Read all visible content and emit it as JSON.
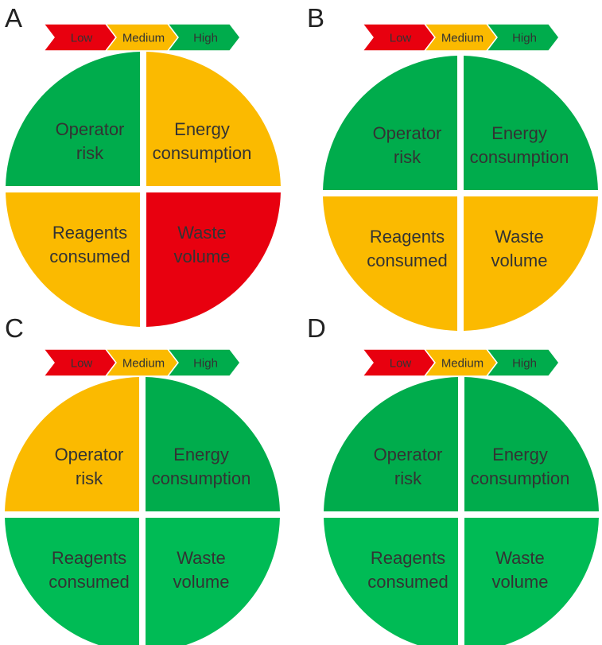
{
  "colors": {
    "low": "#E8000F",
    "medium": "#FBBA00",
    "high": "#00AC4C",
    "high_light": "#00BB55",
    "text": "#333333"
  },
  "legend": [
    "Low",
    "Medium",
    "High"
  ],
  "panels": [
    {
      "letter": "A",
      "quadrants": [
        {
          "line1": "Operator",
          "line2": "risk",
          "level": "high"
        },
        {
          "line1": "Energy",
          "line2": "consumption",
          "level": "medium"
        },
        {
          "line1": "Reagents",
          "line2": "consumed",
          "level": "medium"
        },
        {
          "line1": "Waste",
          "line2": "volume",
          "level": "low"
        }
      ]
    },
    {
      "letter": "B",
      "quadrants": [
        {
          "line1": "Operator",
          "line2": "risk",
          "level": "high"
        },
        {
          "line1": "Energy",
          "line2": "consumption",
          "level": "high"
        },
        {
          "line1": "Reagents",
          "line2": "consumed",
          "level": "medium"
        },
        {
          "line1": "Waste",
          "line2": "volume",
          "level": "medium"
        }
      ]
    },
    {
      "letter": "C",
      "quadrants": [
        {
          "line1": "Operator",
          "line2": "risk",
          "level": "medium"
        },
        {
          "line1": "Energy",
          "line2": "consumption",
          "level": "high"
        },
        {
          "line1": "Reagents",
          "line2": "consumed",
          "level": "high_light"
        },
        {
          "line1": "Waste",
          "line2": "volume",
          "level": "high_light"
        }
      ]
    },
    {
      "letter": "D",
      "quadrants": [
        {
          "line1": "Operator",
          "line2": "risk",
          "level": "high"
        },
        {
          "line1": "Energy",
          "line2": "consumption",
          "level": "high"
        },
        {
          "line1": "Reagents",
          "line2": "consumed",
          "level": "high_light"
        },
        {
          "line1": "Waste",
          "line2": "volume",
          "level": "high_light"
        }
      ]
    }
  ]
}
